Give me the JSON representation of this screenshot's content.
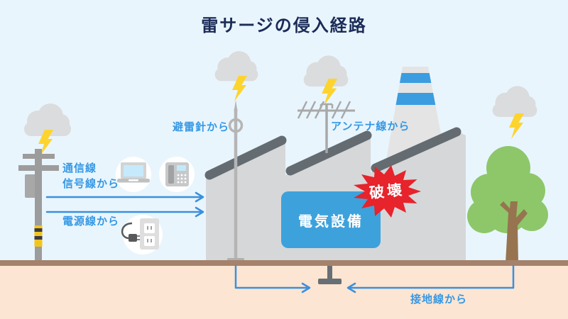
{
  "title": "雷サージの侵入経路",
  "labels": {
    "comm_line1": "通信線",
    "comm_line2": "信号線から",
    "power_line": "電源線から",
    "lightning_rod": "避雷針から",
    "antenna_line": "アンテナ線から",
    "ground_line": "接地線から"
  },
  "factory": {
    "equipment": "電気設備",
    "destruction": "破壊"
  },
  "icons": {
    "cloud": "storm-cloud-icon",
    "bolt": "lightning-bolt-icon",
    "laptop": "laptop-icon",
    "phone": "desk-phone-icon",
    "outlet": "plug-outlet-icon",
    "antenna": "tv-antenna-icon",
    "pole": "utility-pole-icon",
    "tree": "tree-icon",
    "electrode": "grounding-electrode-icon"
  },
  "colors": {
    "sky": "#e9f5fd",
    "soil_top": "#a5826b",
    "soil": "#fce5d2",
    "label_blue": "#3598e5",
    "arrow_blue": "#3a90dd",
    "equipment_box_blue": "#3da2dc",
    "chimney_stripe_blue": "#3b9de0",
    "destruction_red": "#e7232b",
    "title_navy": "#1b2b57",
    "factory_gray": "#d6d7d8",
    "roof_gray": "#646c72",
    "cloud_gray": "#dbdcdd",
    "bolt_yellow": "#fdd42e",
    "tree_green": "#8dc76a",
    "trunk_brown": "#97744f"
  }
}
